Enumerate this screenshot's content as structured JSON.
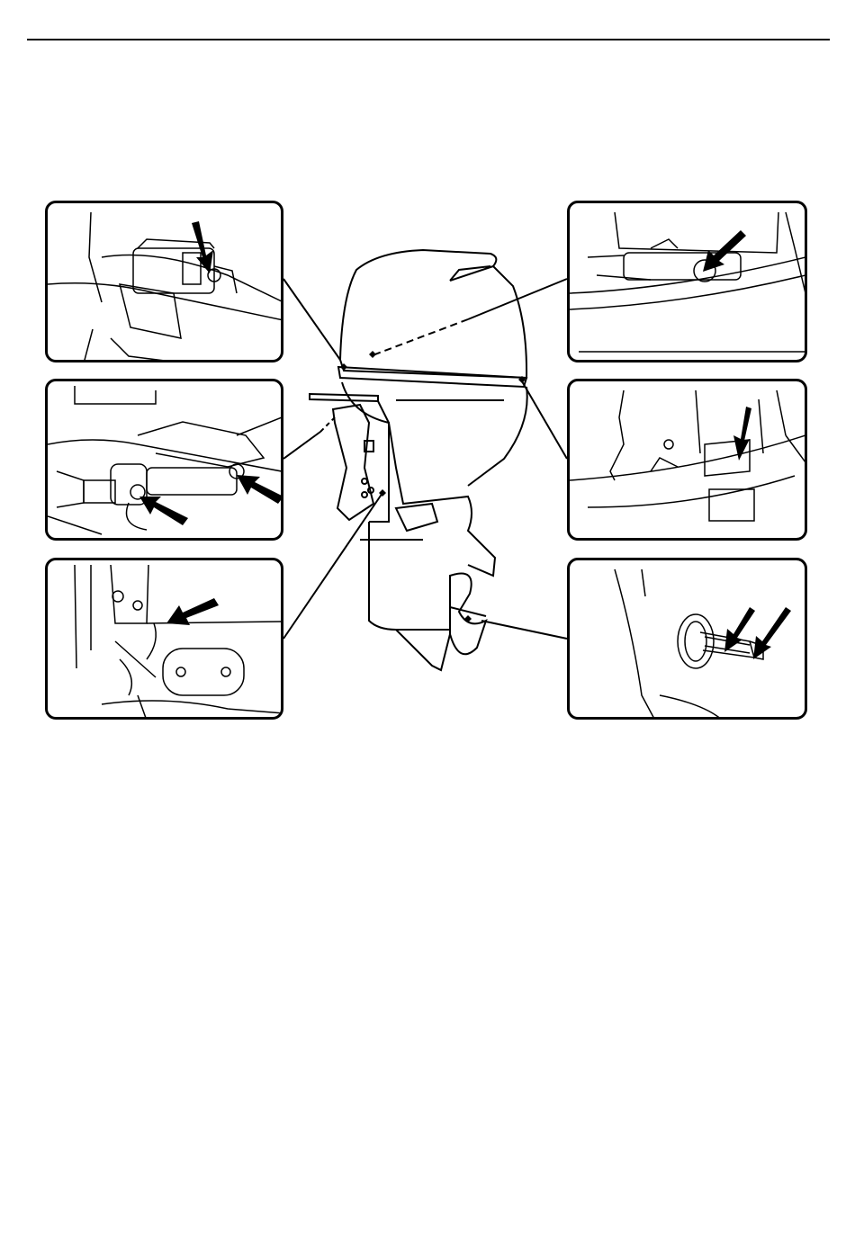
{
  "page": {
    "description_visible_text": ""
  },
  "colors": {
    "ink": "#000000",
    "paper": "#ffffff"
  },
  "icons": {
    "pointer": "arrow-icon",
    "callout": "leader-line"
  },
  "panels": [
    {
      "id": "steering-bracket-grease-point"
    },
    {
      "id": "cowling-latch-grease-point"
    },
    {
      "id": "tilt-tube-grease-point"
    },
    {
      "id": "cowling-rear-latch-grease-point"
    },
    {
      "id": "swivel-bracket-grease-point"
    },
    {
      "id": "propeller-shaft-grease-point"
    }
  ]
}
